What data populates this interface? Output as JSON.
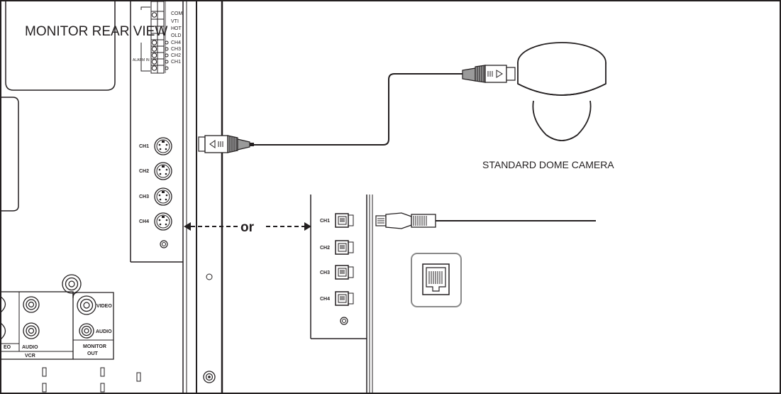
{
  "title": "MONITOR REAR VIEW",
  "camera_label": "STANDARD DOME CAMERA",
  "connector_or": "or",
  "terminal_labels": [
    "COM",
    "VTI",
    "HOT",
    "OLD",
    "CH4",
    "CH3",
    "CH2",
    "CH1"
  ],
  "alarm_in_label": "ALARM IN",
  "din_channels": [
    "CH1",
    "CH2",
    "CH3",
    "CH4"
  ],
  "rj_channels": [
    "CH1",
    "CH2",
    "CH3",
    "CH4"
  ],
  "monitor_out": {
    "video": "VIDEO",
    "audio": "AUDIO",
    "title_line1": "MONITOR",
    "title_line2": "OUT"
  },
  "vcr": {
    "left_partial": "EO",
    "audio": "AUDIO",
    "title": "VCR"
  },
  "colors": {
    "line": "#231f20",
    "background": "#ffffff",
    "connector_fill": "#9a9a9a"
  }
}
